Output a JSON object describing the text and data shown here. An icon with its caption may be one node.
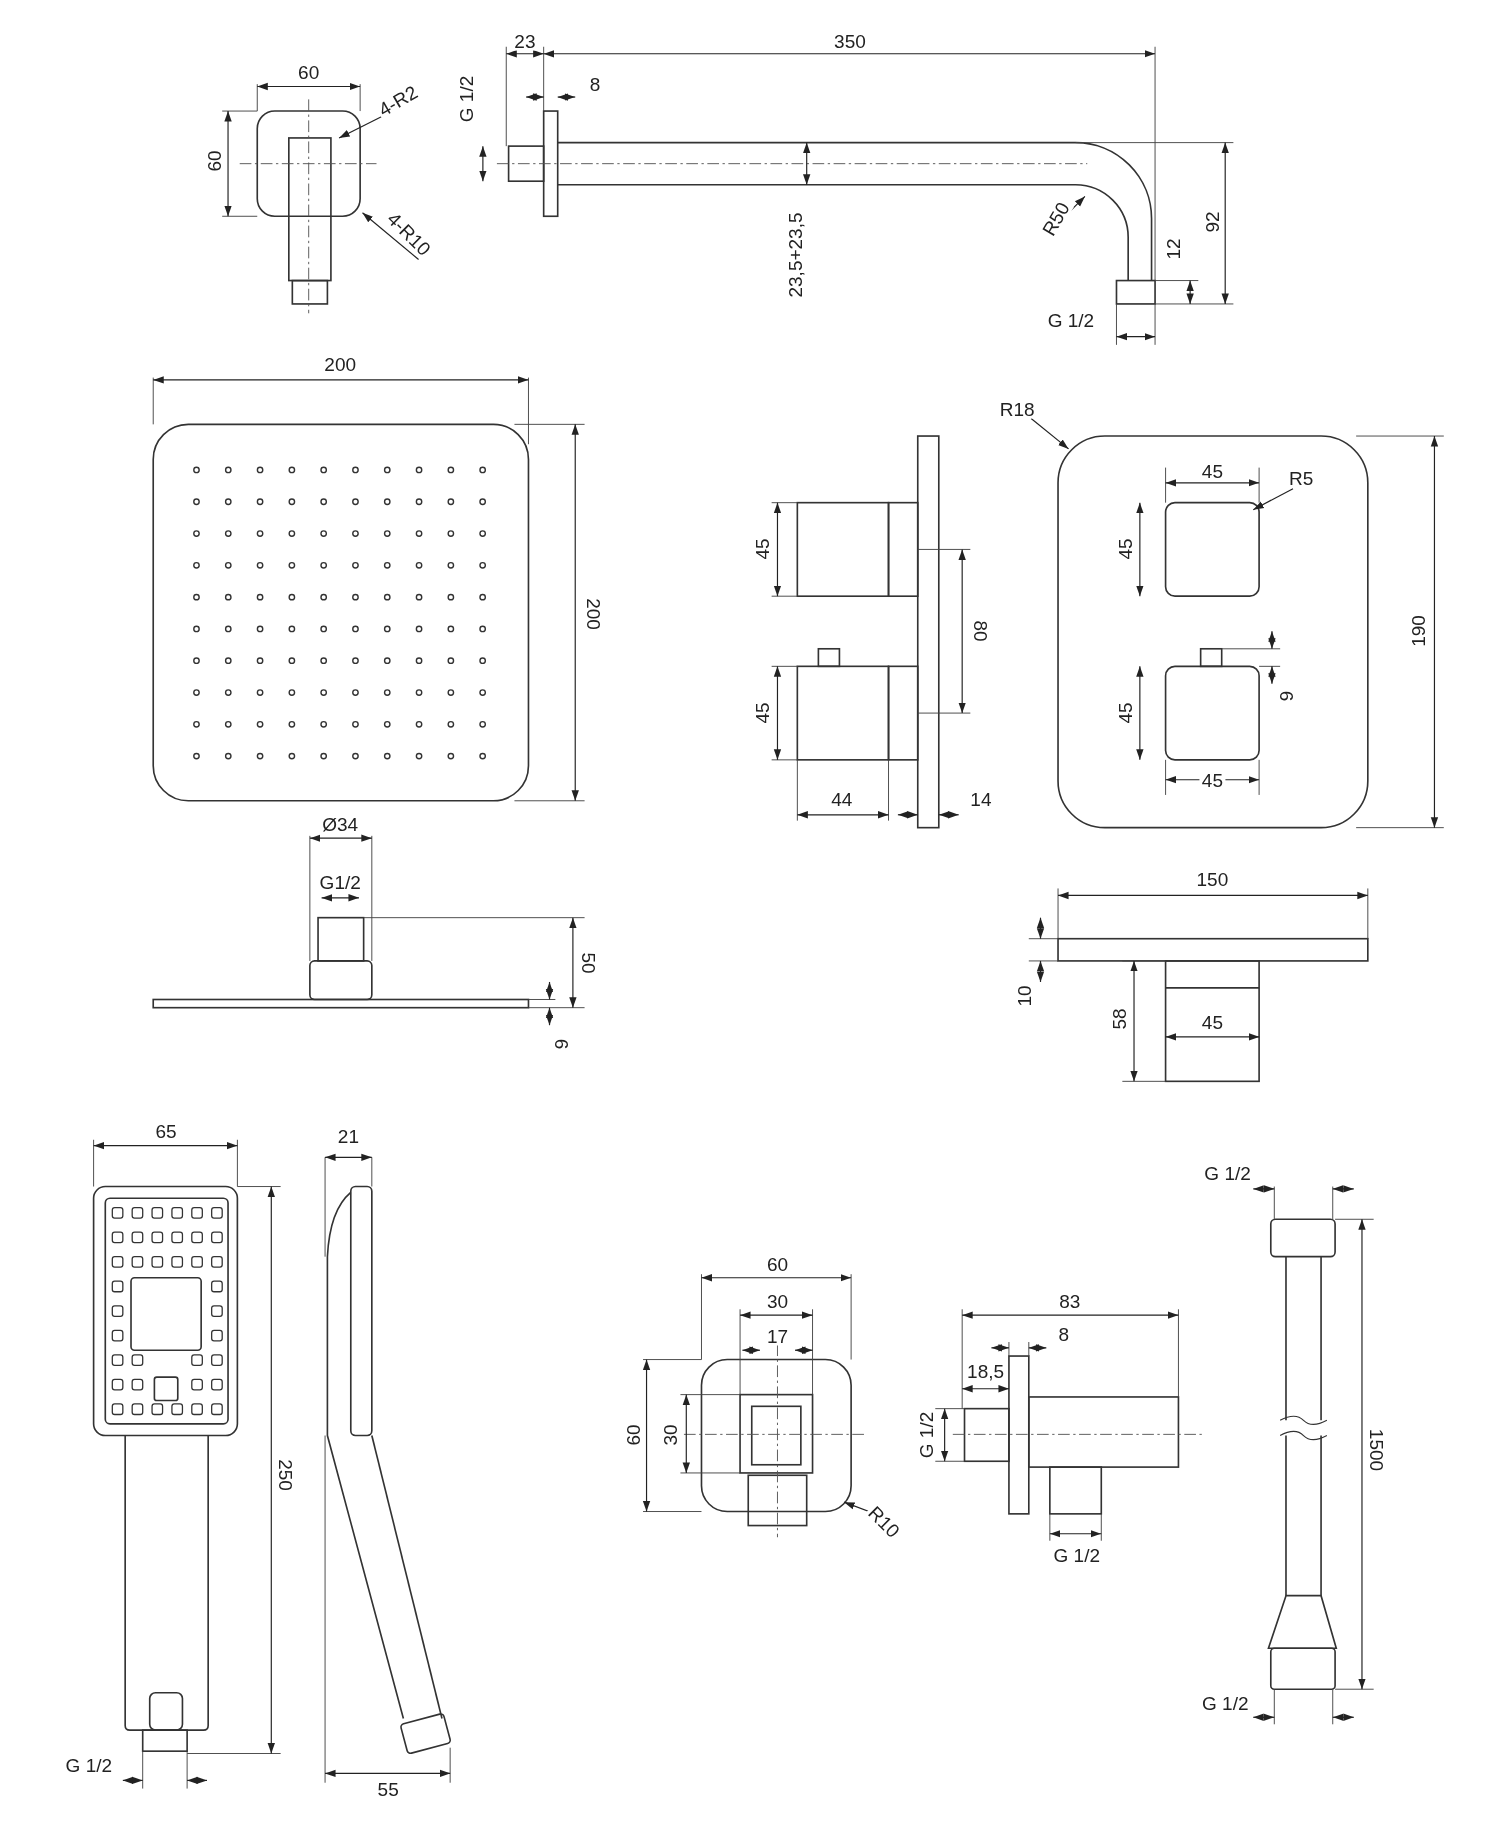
{
  "diagram": {
    "labels": [
      "60",
      "4-R2",
      "60",
      "4-R10",
      "23",
      "350",
      "G 1/2",
      "8",
      "23,5+23,5",
      "R50",
      "92",
      "12",
      "G 1/2",
      "200",
      "200",
      "Ø34",
      "G1/2",
      "50",
      "6",
      "45",
      "80",
      "45",
      "44",
      "14",
      "R18",
      "45",
      "R5",
      "45",
      "190",
      "45",
      "6",
      "45",
      "150",
      "10",
      "58",
      "45",
      "65",
      "250",
      "G 1/2",
      "21",
      "55",
      "60",
      "30",
      "17",
      "60",
      "30",
      "R10",
      "83",
      "8",
      "18,5",
      "G 1/2",
      "G 1/2",
      "G 1/2",
      "1500",
      "G 1/2"
    ]
  }
}
